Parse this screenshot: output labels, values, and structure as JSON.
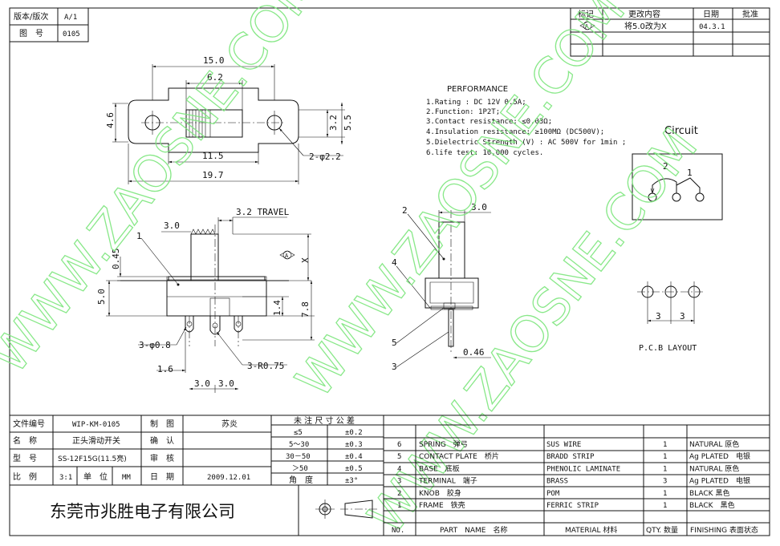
{
  "header": {
    "version_label": "版本/版次",
    "version_value": "A/1",
    "drawing_label": "图　号",
    "drawing_value": "0105"
  },
  "revision": {
    "headers": [
      "标记",
      "更改内容",
      "日期",
      "批准"
    ],
    "rows": [
      {
        "mark": "A",
        "content": "将5.0改为X",
        "date": "04.3.1",
        "approve": ""
      }
    ]
  },
  "performance": {
    "title": "PERFORMANCE",
    "lines": [
      "1.Rating : DC 12V 0.5A;",
      "2.Function: 1P2T;",
      "3.Contact resistance: ≤0.03Ω;",
      "4.Insulation resistance: ≥100MΩ (DC500V);",
      "5.Dielectric Strength (V) : AC 500V for 1min ;",
      "6.life test: 10,000 cycles."
    ]
  },
  "circuit": {
    "title": "Circuit",
    "label_2": "2",
    "label_1": "1"
  },
  "pcb": {
    "title": "P.C.B LAYOUT",
    "dim_a": "3",
    "dim_b": "3"
  },
  "top_view": {
    "d_15": "15.0",
    "d_62": "6.2",
    "d_46": "4.6",
    "d_32": "3.2",
    "d_55": "5.5",
    "d_115": "11.5",
    "d_197": "19.7",
    "d_hole": "2-φ2.2"
  },
  "front_view": {
    "d_30": "3.0",
    "d_travel": "3.2 TRAVEL",
    "d_045": "0.45",
    "d_50": "5.0",
    "d_x": "X",
    "d_14": "1.4",
    "d_78": "7.8",
    "d_pin": "3-φ0.8",
    "d_16": "1.6",
    "d_r": "3-R0.75",
    "d_30a": "3.0",
    "d_30b": "3.0",
    "callout_1": "1",
    "rev_mark": "A"
  },
  "side_view": {
    "d_30": "3.0",
    "d_046": "0.46",
    "c2": "2",
    "c4": "4",
    "c5": "5",
    "c3": "3"
  },
  "watermark": {
    "text": "WWW.ZAOSNE.COM"
  },
  "title_block": {
    "rows": [
      {
        "l1": "文件编号",
        "v1": "WIP-KM-0105",
        "l2": "制　图",
        "v2": "苏炎"
      },
      {
        "l1": "名　称",
        "v1": "正头滑动开关",
        "l2": "确　认",
        "v2": ""
      },
      {
        "l1": "型　号",
        "v1": "SS-12F15G(11.5亮)",
        "l2": "审　核",
        "v2": ""
      }
    ],
    "scale_label": "比　例",
    "scale_value": "3:1",
    "unit_label": "单　位",
    "unit_value": "MM",
    "date_label": "日　期",
    "date_value": "2009.12.01",
    "company": "东莞市兆胜电子有限公司"
  },
  "tolerance": {
    "title": "未 注 尺 寸 公 差",
    "rows": [
      [
        "≤5",
        "±0.2"
      ],
      [
        "5～30",
        "±0.3"
      ],
      [
        "30－50",
        "±0.4"
      ],
      [
        "＞50",
        "±0.5"
      ],
      [
        "角　度",
        "±3°"
      ]
    ]
  },
  "bom": {
    "headers": {
      "no": "NO.",
      "part": "PART　NAME　名称",
      "material": "MATERIAL 材料",
      "qty": "QTY. 数量",
      "finish": "FINISHING 表面状态"
    },
    "rows": [
      {
        "no": "6",
        "part": "SPRING　弹弓",
        "material": "SUS WIRE",
        "qty": "1",
        "finish": "NATURAL 原色"
      },
      {
        "no": "5",
        "part": "CONTACT PLATE　桥片",
        "material": "BRADD STRIP",
        "qty": "1",
        "finish": "Ag PLATED　电银"
      },
      {
        "no": "4",
        "part": "BASE　底板",
        "material": "PHENOLIC LAMINATE",
        "qty": "1",
        "finish": "NATURAL 原色"
      },
      {
        "no": "3",
        "part": "TERMINAL　端子",
        "material": "BRASS",
        "qty": "3",
        "finish": "Ag PLATED　电银"
      },
      {
        "no": "2",
        "part": "KNOB　胶身",
        "material": "POM",
        "qty": "1",
        "finish": "BLACK 黑色"
      },
      {
        "no": "1",
        "part": "FRAME　铁壳",
        "material": "FERRIC STRIP",
        "qty": "1",
        "finish": "BLACK　黑色"
      }
    ]
  }
}
